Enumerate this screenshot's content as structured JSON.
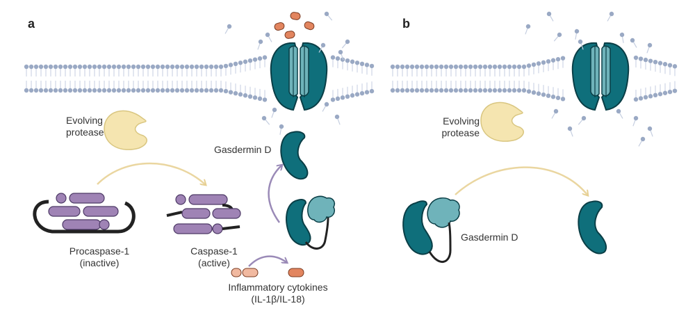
{
  "figure": {
    "panels": [
      {
        "letter": "a"
      },
      {
        "letter": "b"
      }
    ],
    "labels": {
      "evolving_protease_a": [
        "Evolving",
        "protease"
      ],
      "evolving_protease_b": [
        "Evolving",
        "protease"
      ],
      "gasdermin_d_a": "Gasdermin D",
      "gasdermin_d_b": "Gasdermin D",
      "procaspase": [
        "Procaspase-1",
        "(inactive)"
      ],
      "caspase": [
        "Caspase-1",
        "(active)"
      ],
      "cytokines": [
        "Inflammatory cytokines",
        "(IL-1β/IL-18)"
      ]
    },
    "colors": {
      "membrane_head": "#9aa9c4",
      "membrane_tail": "#c5cee0",
      "gasdermin": "#0f6f7b",
      "gasdermin_light": "#6fb3ba",
      "caspase": "#9f83b5",
      "protease": "#f5e5b0",
      "cytokine": "#e2855f",
      "arrow_yellow": "#ead6a0",
      "arrow_purple": "#9a8ab7"
    }
  }
}
